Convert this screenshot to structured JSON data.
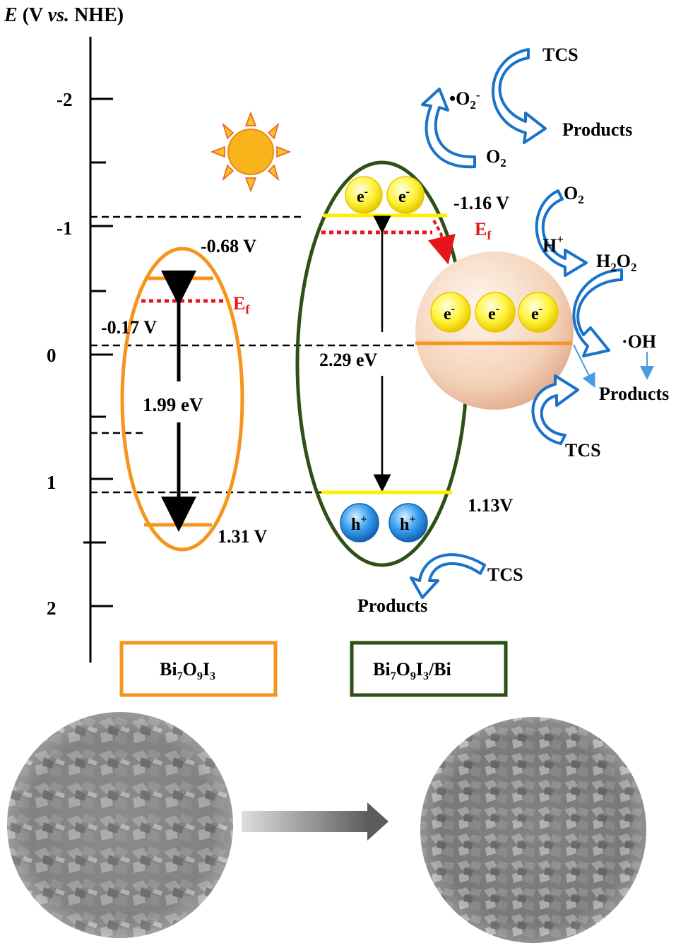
{
  "axis": {
    "title_italic": "E",
    "title_open": " (V ",
    "title_vs": "vs.",
    "title_close": " NHE)",
    "ticks": [
      "-2",
      "-1",
      "0",
      "1",
      "2"
    ]
  },
  "left": {
    "cb_label": "-0.68 V",
    "ef_label": "E",
    "ef_sub": "f",
    "ef_value": "-0.17 V",
    "gap_label": "1.99 eV",
    "vb_label": "1.31 V",
    "box_label": {
      "a": "Bi",
      "a_sub": "7",
      "b": "O",
      "b_sub": "9",
      "c": "I",
      "c_sub": "3",
      "rest": ""
    }
  },
  "right": {
    "cb_label": "-1.16 V",
    "ef_label": "E",
    "ef_sub": "f",
    "gap_label": "2.29 eV",
    "vb_label": "1.13V",
    "electron": "e",
    "electron_sup": "-",
    "hole": "h",
    "hole_sup": "+",
    "box_label": {
      "a": "Bi",
      "a_sub": "7",
      "b": "O",
      "b_sub": "9",
      "c": "I",
      "c_sub": "3",
      "rest": "/Bi"
    }
  },
  "reactions": {
    "top": {
      "tcs": "TCS",
      "radical_dot": "•O",
      "radical_sub": "2",
      "radical_sup": "-",
      "o2": "O",
      "o2_sub": "2",
      "products": "Products"
    },
    "mid": {
      "o2": "O",
      "o2_sub": "2",
      "h_plus": "H",
      "h_sup": "+",
      "h2o2_a": "H",
      "h2o2_sub1": "2",
      "h2o2_b": "O",
      "h2o2_sub2": "2",
      "oh": "·OH",
      "products": "Products",
      "tcs": "TCS"
    },
    "bottom": {
      "tcs": "TCS",
      "products": "Products"
    }
  },
  "colors": {
    "left_material": "#f7941d",
    "right_material": "#2d5016",
    "band_line": "#ffee00",
    "fermi": "#e8141b",
    "reaction_arrow": "#1a73c8"
  }
}
